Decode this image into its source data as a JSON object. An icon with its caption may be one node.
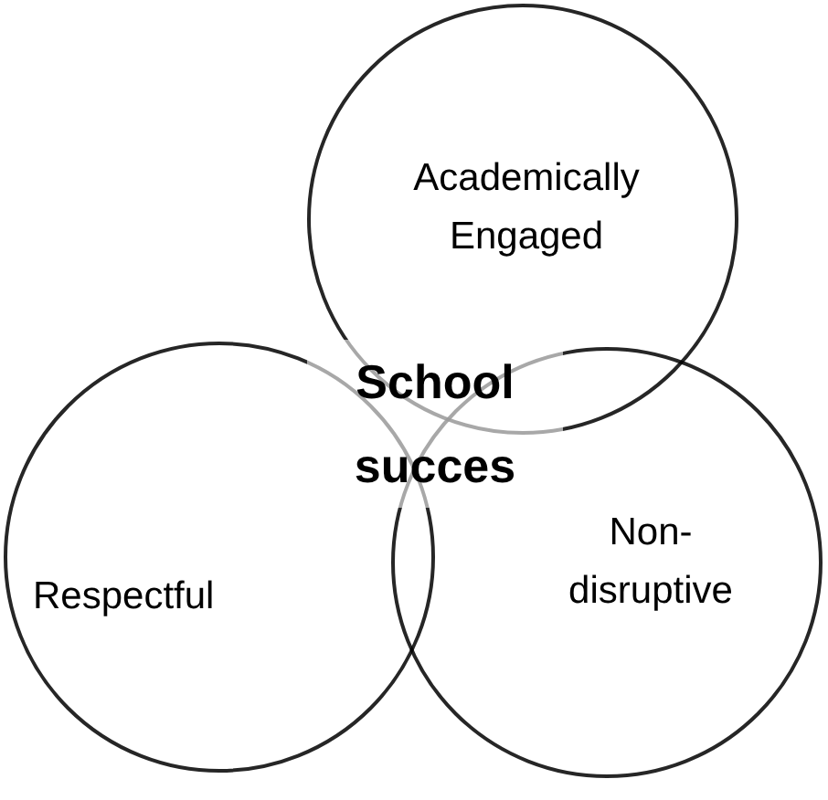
{
  "diagram": {
    "nodes": [
      {
        "text": [
          "Academically Engaged"
        ]
      },
      {
        "text": [
          "Respectful"
        ]
      },
      {
        "text": [
          "Non-disruptive"
        ]
      }
    ],
    "labels": [
      "School succes"
    ]
  }
}
